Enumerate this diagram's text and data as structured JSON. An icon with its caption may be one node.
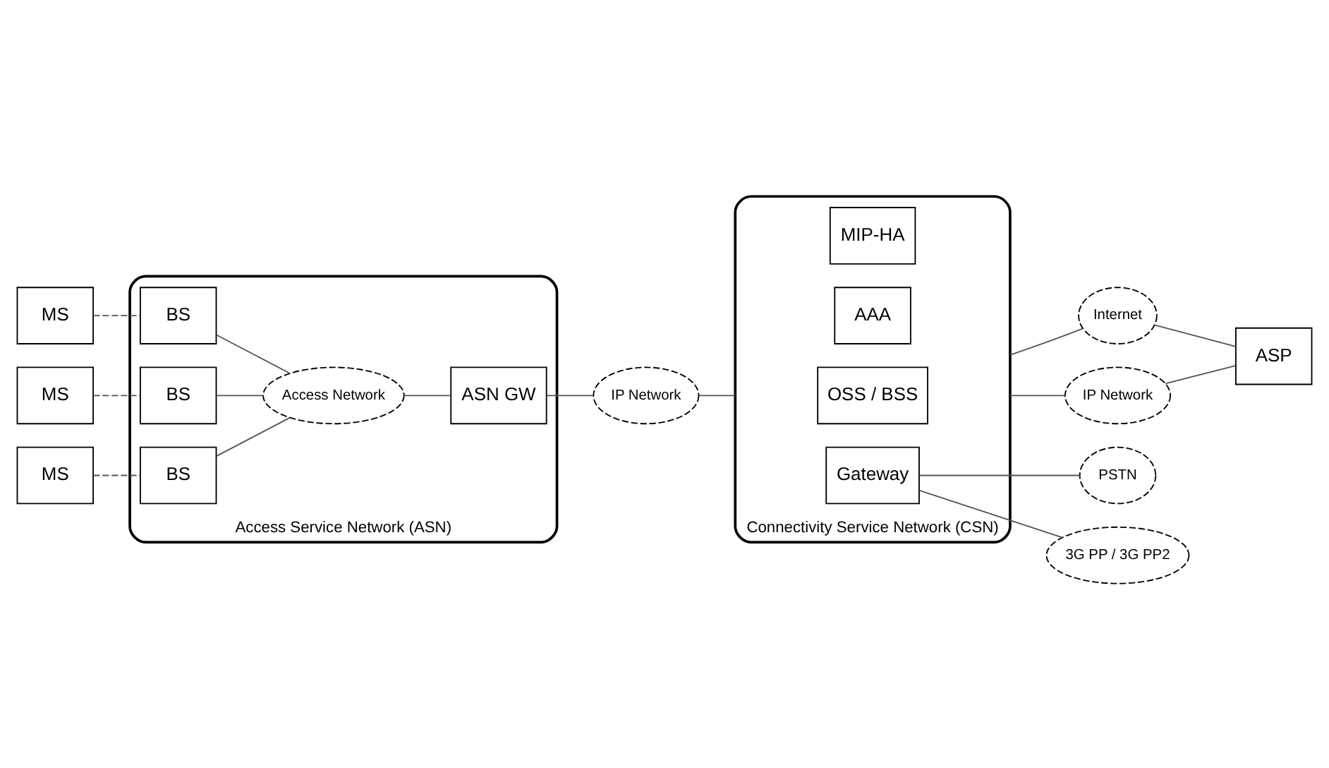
{
  "diagram": {
    "nodes": [
      {
        "text": [
          "MS"
        ]
      },
      {
        "text": [
          "MS"
        ]
      },
      {
        "text": [
          "MS"
        ]
      },
      {
        "text": [
          "Access Service Network (ASN)"
        ]
      },
      {
        "text": [
          "BS"
        ],
        "in": 3
      },
      {
        "text": [
          "BS"
        ],
        "in": 3
      },
      {
        "text": [
          "BS"
        ],
        "in": 3
      },
      {
        "text": [
          "Access Network"
        ],
        "in": 3
      },
      {
        "text": [
          "ASN GW"
        ],
        "in": 3
      },
      {
        "text": [
          "IP Network"
        ]
      },
      {
        "text": [
          "Connectivity Service Network (CSN)"
        ]
      },
      {
        "text": [
          "MIP-HA"
        ],
        "in": 10
      },
      {
        "text": [
          "AAA"
        ],
        "in": 10
      },
      {
        "text": [
          "OSS / BSS"
        ],
        "in": 10
      },
      {
        "text": [
          "Gateway"
        ],
        "in": 10
      },
      {
        "text": [
          "Internet"
        ]
      },
      {
        "text": [
          "IP Network"
        ]
      },
      {
        "text": [
          "PSTN"
        ]
      },
      {
        "text": [
          "3G PP / 3G PP2"
        ]
      },
      {
        "text": [
          "ASP"
        ]
      }
    ],
    "edges": [
      {
        "from": 0,
        "to": 4,
        "arrow": "none",
        "style": "dashed"
      },
      {
        "from": 1,
        "to": 5,
        "arrow": "none",
        "style": "dashed"
      },
      {
        "from": 2,
        "to": 6,
        "arrow": "none",
        "style": "dashed"
      },
      {
        "from": 4,
        "to": 7,
        "arrow": "none"
      },
      {
        "from": 5,
        "to": 7,
        "arrow": "none"
      },
      {
        "from": 6,
        "to": 7,
        "arrow": "none"
      },
      {
        "from": 7,
        "to": 8,
        "arrow": "none"
      },
      {
        "from": 8,
        "to": 9,
        "arrow": "none"
      },
      {
        "from": 9,
        "to": 10,
        "arrow": "none"
      },
      {
        "from": 10,
        "to": 15,
        "arrow": "none"
      },
      {
        "from": 10,
        "to": 16,
        "arrow": "none"
      },
      {
        "from": 15,
        "to": 19,
        "arrow": "none"
      },
      {
        "from": 16,
        "to": 19,
        "arrow": "none"
      },
      {
        "from": 14,
        "to": 17,
        "arrow": "none"
      },
      {
        "from": 14,
        "to": 18,
        "arrow": "none"
      }
    ]
  }
}
